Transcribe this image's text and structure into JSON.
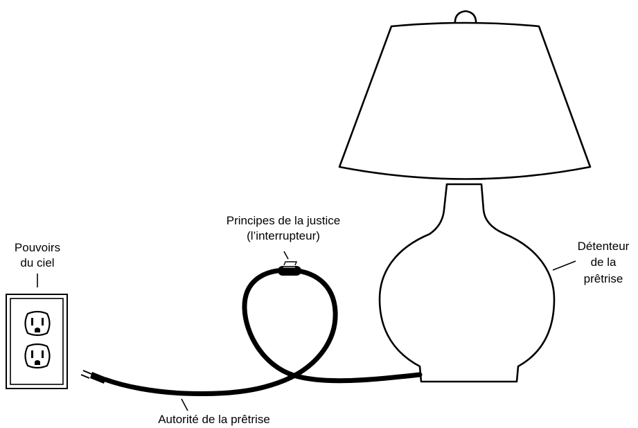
{
  "labels": {
    "pouvoirs_line1": "Pouvoirs",
    "pouvoirs_line2": "du ciel",
    "principes_line1": "Principes de la justice",
    "principes_line2": "(l’interrupteur)",
    "detenteur_line1": "Détenteur",
    "detenteur_line2": "de la",
    "detenteur_line3": "prêtrise",
    "autorite": "Autorité de la prêtrise"
  }
}
